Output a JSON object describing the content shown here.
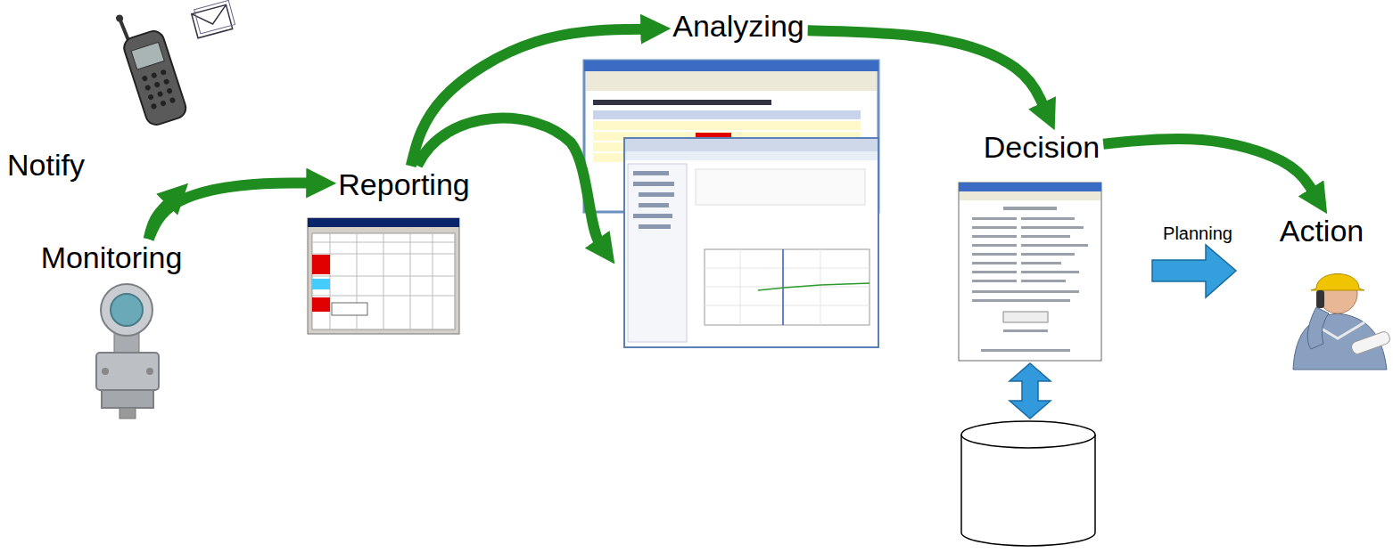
{
  "diagram": {
    "nodes": [
      {
        "text": [
          "Monitoring"
        ]
      },
      {
        "text": [
          "Notify"
        ]
      },
      {
        "text": [
          "Reporting"
        ]
      },
      {
        "text": [
          "Analyzing"
        ]
      },
      {
        "text": [
          "Decision"
        ]
      },
      {
        "text": [
          "Action"
        ]
      }
    ],
    "edges": [
      {
        "from": 0,
        "to": 1,
        "arrow": "to"
      },
      {
        "from": 0,
        "to": 2,
        "arrow": "to"
      },
      {
        "from": 2,
        "to": 3,
        "arrow": "to"
      },
      {
        "from": 3,
        "to": 4,
        "arrow": "to"
      },
      {
        "from": 4,
        "to": 5,
        "arrow": "to"
      }
    ],
    "labels": [
      "Planning"
    ]
  }
}
